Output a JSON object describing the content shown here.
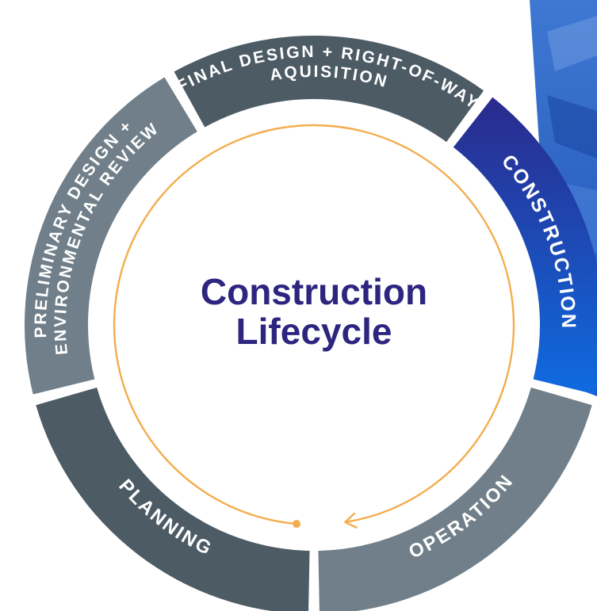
{
  "diagram": {
    "title_lines": [
      "Construction",
      "Lifecycle"
    ],
    "stages": [
      {
        "id": "planning",
        "lines": [
          "PLANNING"
        ]
      },
      {
        "id": "preliminary",
        "lines": [
          "PRELIMINARY DESIGN +",
          "ENVIRONMENTAL REVIEW"
        ]
      },
      {
        "id": "final",
        "lines": [
          "FINAL DESIGN + RIGHT-OF-WAY",
          "AQUISITION"
        ]
      },
      {
        "id": "construction",
        "lines": [
          "CONSTRUCTION"
        ]
      },
      {
        "id": "operation",
        "lines": [
          "OPERATION"
        ]
      }
    ],
    "colors": {
      "planning": "#4d5b65",
      "preliminary": "#707f89",
      "final": "#4d5b65",
      "construction_start": "#2a2a8c",
      "construction_end": "#0f6be0",
      "operation": "#707f89",
      "title": "#2e2580",
      "cycle_arrow": "#f3ad4e",
      "photo_tint": "#2d6cd0"
    }
  }
}
